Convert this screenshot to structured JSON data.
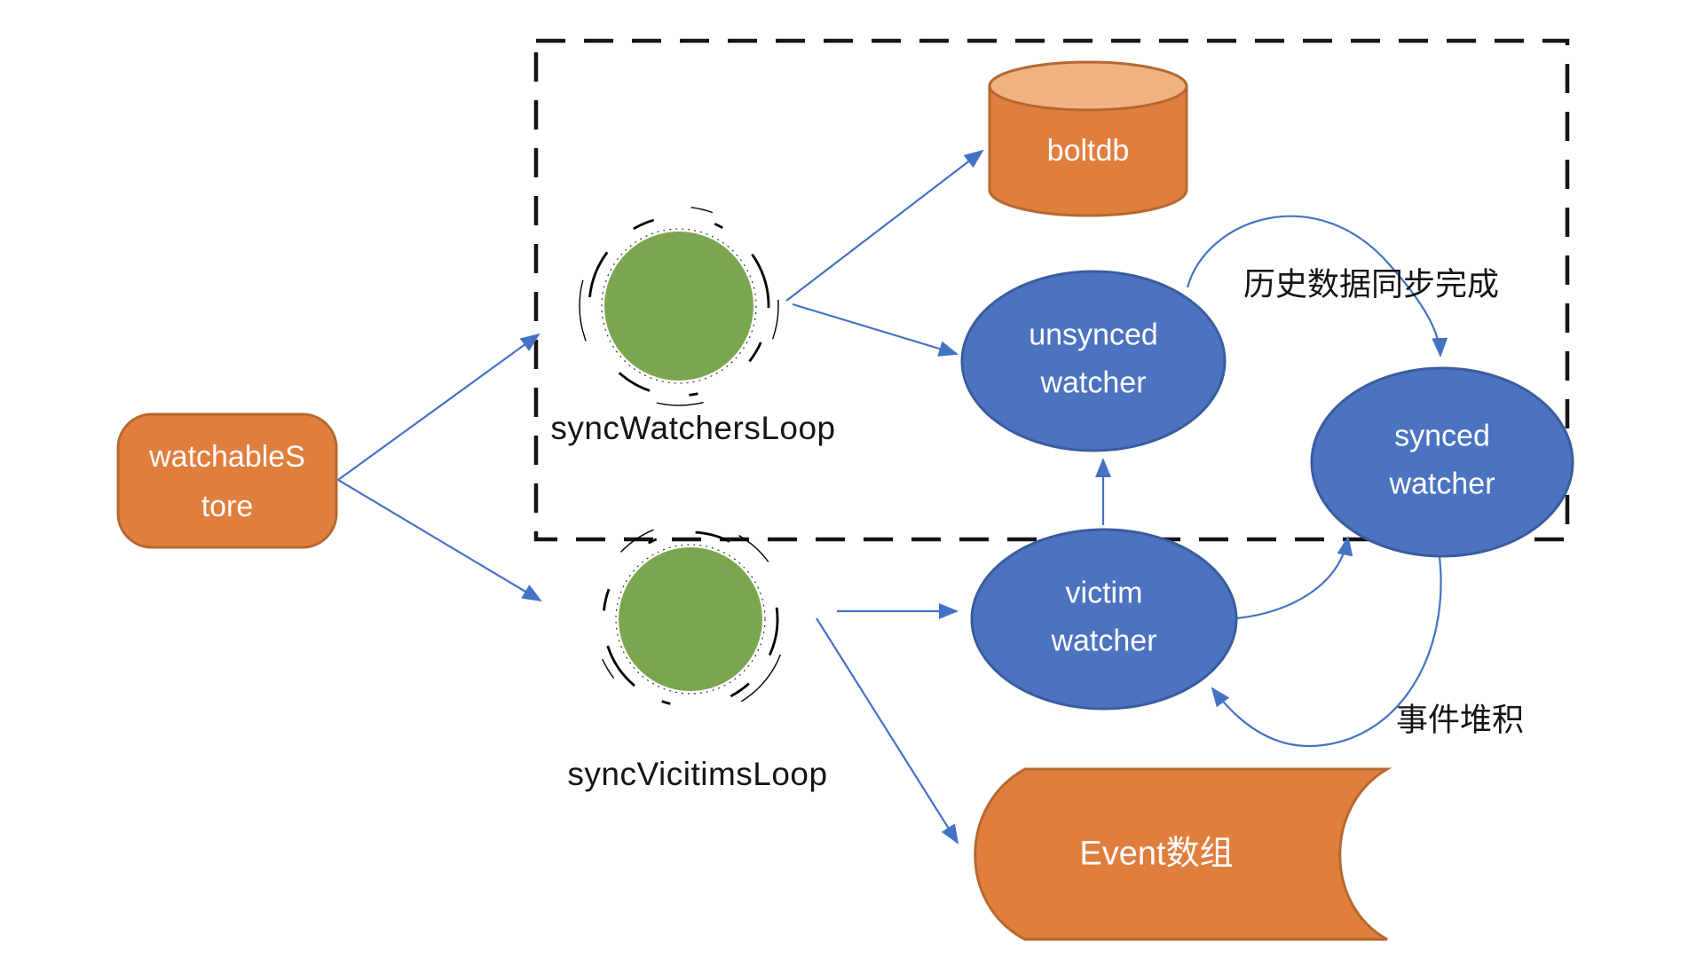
{
  "diagram": {
    "description": "etcd watchableStore watcher sync flow diagram",
    "nodes": {
      "watchable_store": {
        "label": "watchableS\ntore",
        "shape": "rounded-rect",
        "fill": "#E07E3E"
      },
      "sync_watchers_loop": {
        "label": "syncWatchersLoop",
        "shape": "sketchy-circle",
        "fill": "#7BA64F"
      },
      "sync_victims_loop": {
        "label": "syncVicitimsLoop",
        "shape": "sketchy-circle",
        "fill": "#7BA64F"
      },
      "boltdb": {
        "label": "boltdb",
        "shape": "cylinder",
        "fill": "#E07E3E"
      },
      "unsynced_watcher": {
        "label": "unsynced\nwatcher",
        "shape": "ellipse",
        "fill": "#4B73C0"
      },
      "synced_watcher": {
        "label": "synced\nwatcher",
        "shape": "ellipse",
        "fill": "#4B73C0"
      },
      "victim_watcher": {
        "label": "victim\nwatcher",
        "shape": "ellipse",
        "fill": "#4B73C0"
      },
      "event_array": {
        "label": "Event数组",
        "shape": "stored-data",
        "fill": "#E07E3E"
      }
    },
    "annotations": {
      "history_sync_done": "历史数据同步完成",
      "event_accumulation": "事件堆积"
    },
    "edges": [
      {
        "from": "watchable_store",
        "to": "sync_watchers_loop"
      },
      {
        "from": "watchable_store",
        "to": "sync_victims_loop"
      },
      {
        "from": "sync_watchers_loop",
        "to": "boltdb"
      },
      {
        "from": "sync_watchers_loop",
        "to": "unsynced_watcher"
      },
      {
        "from": "unsynced_watcher",
        "to": "synced_watcher",
        "label": "历史数据同步完成"
      },
      {
        "from": "victim_watcher",
        "to": "unsynced_watcher"
      },
      {
        "from": "sync_victims_loop",
        "to": "victim_watcher"
      },
      {
        "from": "sync_victims_loop",
        "to": "event_array"
      },
      {
        "from": "victim_watcher",
        "to": "synced_watcher"
      },
      {
        "from": "synced_watcher",
        "to": "victim_watcher",
        "label": "事件堆积"
      }
    ],
    "colors": {
      "orange_fill": "#E07E3E",
      "orange_top": "#F0B183",
      "orange_border": "#B5682F",
      "blue_fill": "#4B73C0",
      "blue_border": "#3A5C9E",
      "green_fill": "#7BA64F",
      "arrow_blue": "#4472C4",
      "dashed_border": "#141414",
      "text_dark": "#151515",
      "text_light": "#ffffff"
    }
  }
}
